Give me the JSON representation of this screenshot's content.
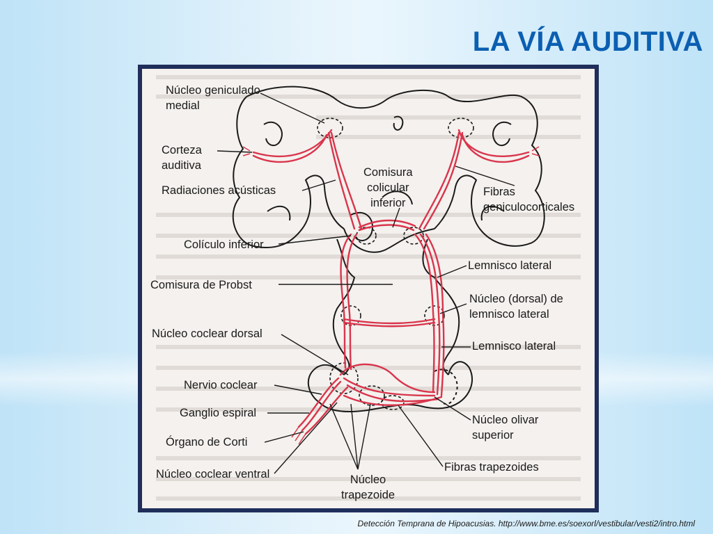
{
  "slide": {
    "title": "LA VÍA AUDITIVA",
    "caption": "Detección Temprana de Hipoacusias. http://www.bme.es/soexorl/vestibular/vesti2/intro.html"
  },
  "diagram": {
    "labels": {
      "nucleo_geniculado_medial": "Núcleo geniculado\nmedial",
      "corteza_auditiva": "Corteza\nauditiva",
      "radiaciones_acusticas": "Radiaciones acústicas",
      "comisura_colicular_inferior": "Comisura\ncolicular\ninferior",
      "fibras_geniculocorticales": "Fibras\ngeniculocorticales",
      "coliculo_inferior": "Colículo inferior",
      "lemnisco_lateral_1": "Lemnisco lateral",
      "comisura_de_probst": "Comisura de Probst",
      "nucleo_dorsal_lemnisco": "Núcleo (dorsal) de\nlemnisco lateral",
      "nucleo_coclear_dorsal": "Núcleo coclear dorsal",
      "lemnisco_lateral_2": "Lemnisco lateral",
      "nervio_coclear": "Nervio coclear",
      "ganglio_espiral": "Ganglio espiral",
      "organo_de_corti": "Órgano de Corti",
      "nucleo_olivar_superior": "Núcleo olivar\nsuperior",
      "fibras_trapezoides": "Fibras trapezoides",
      "nucleo_coclear_ventral": "Núcleo coclear ventral",
      "nucleo_trapezoide": "Núcleo\ntrapezoide"
    },
    "colors": {
      "pathway": "#d9354c",
      "outline": "#1a1a1a",
      "frame": "#1f2e5a",
      "title": "#0b5fb2"
    }
  }
}
